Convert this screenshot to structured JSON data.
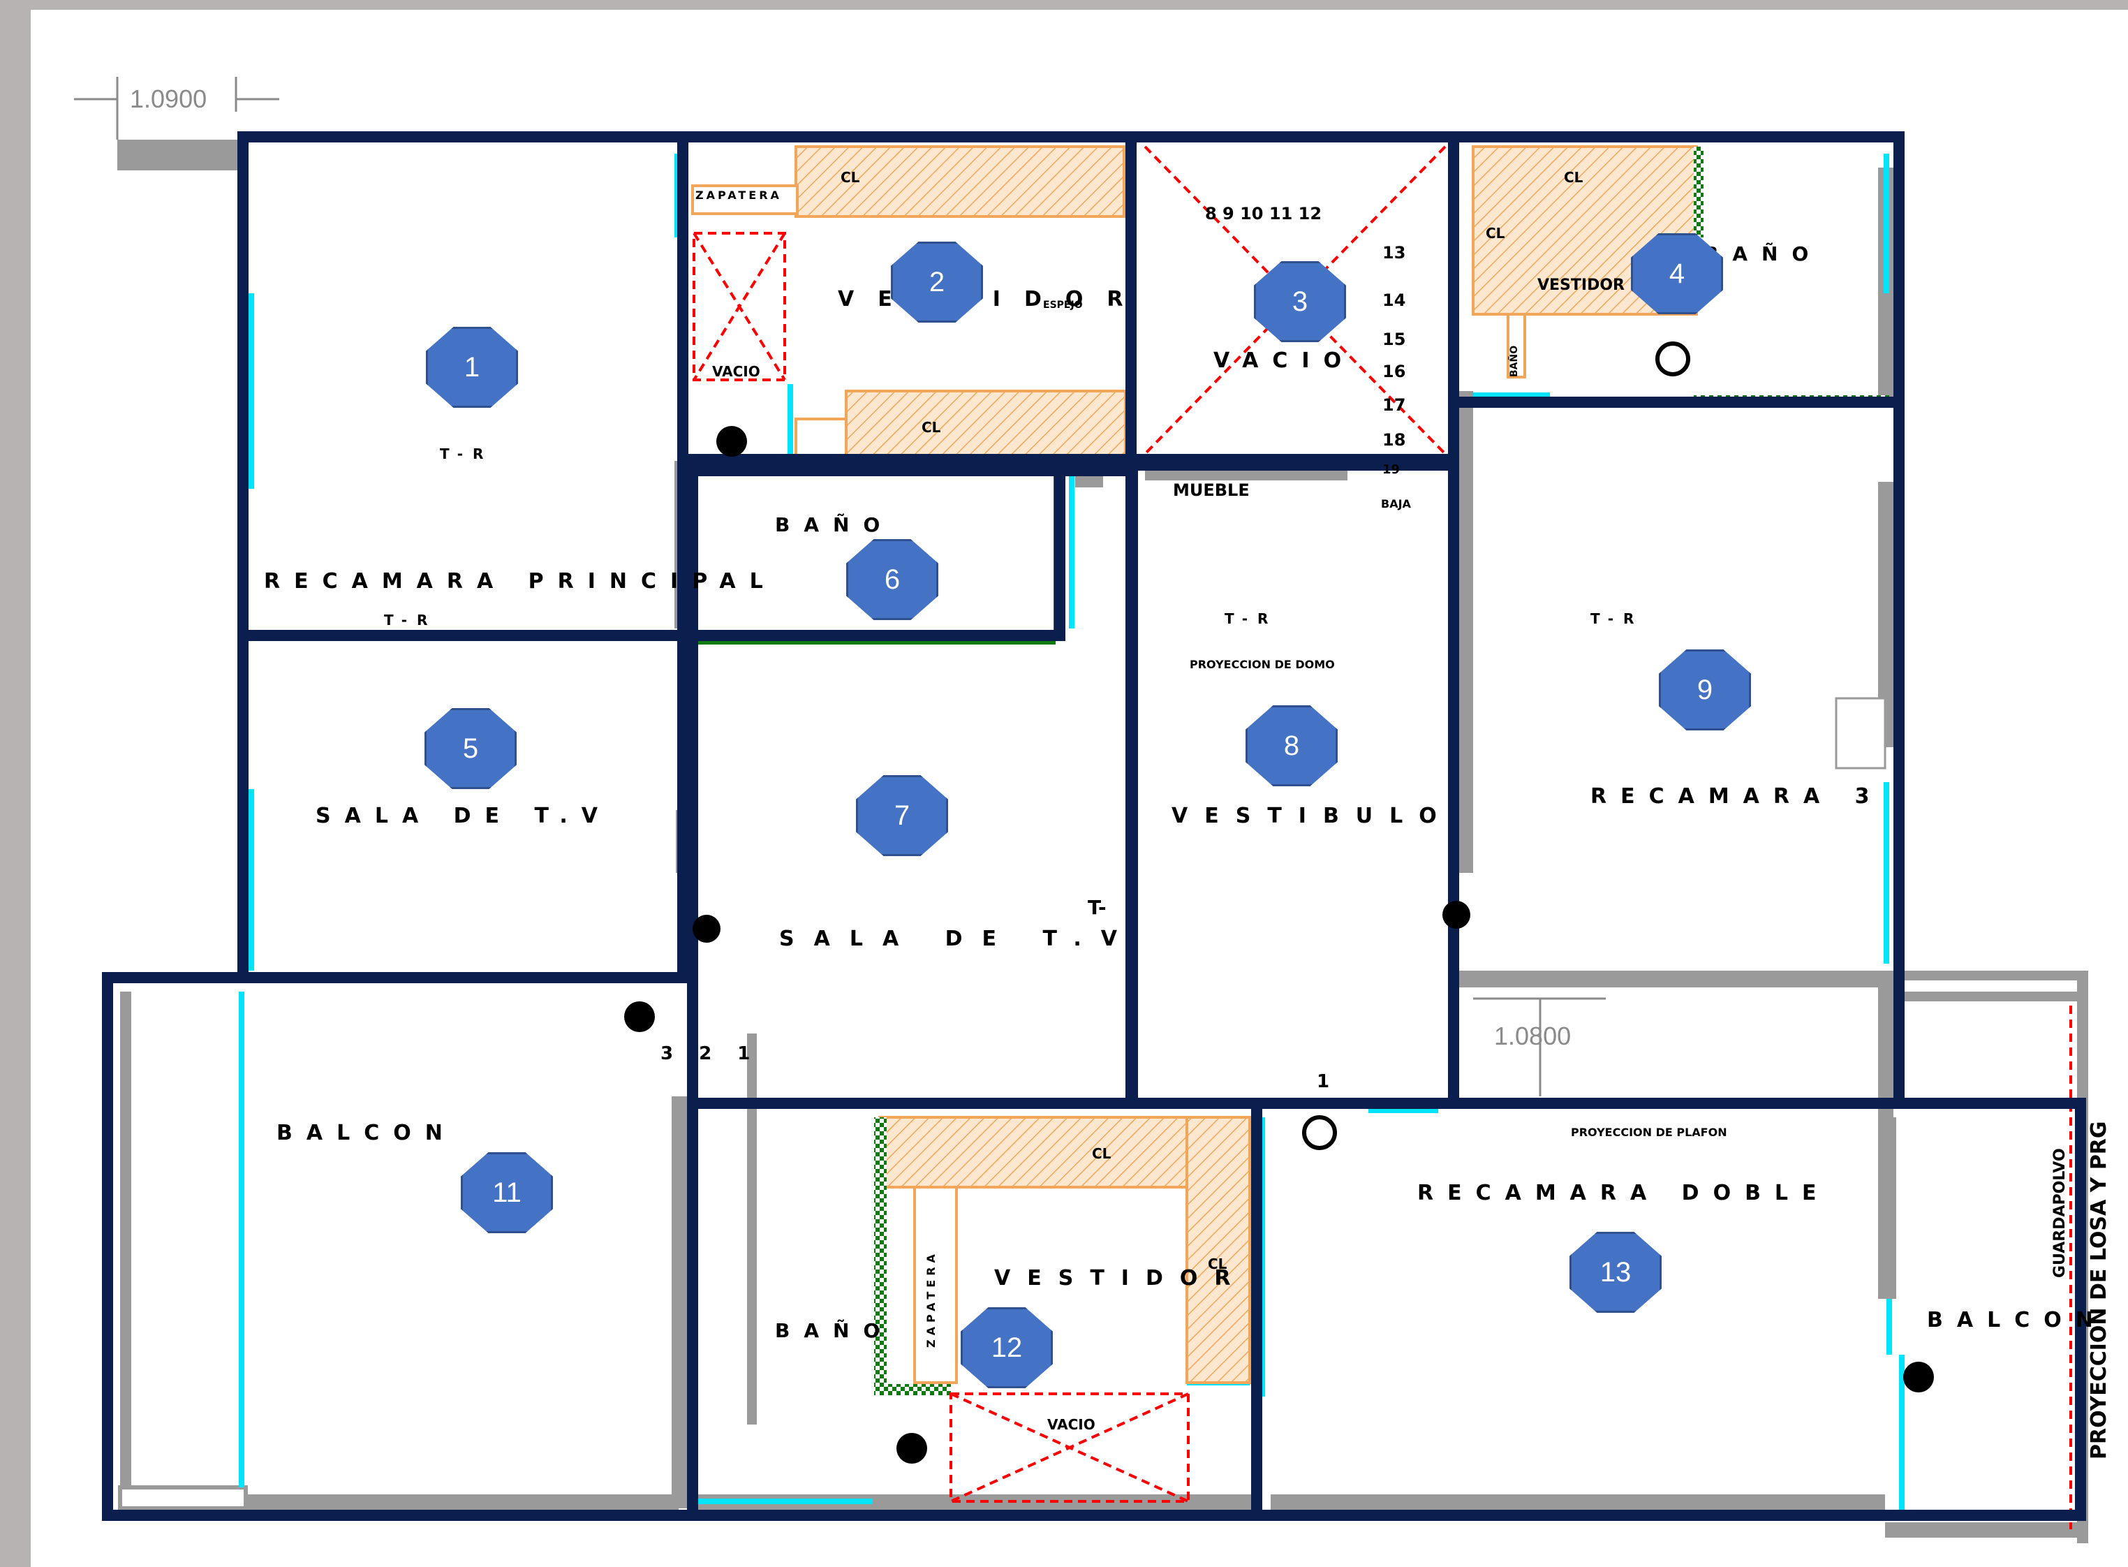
{
  "dimensions": {
    "top": "1.0900",
    "lower": "1.0800"
  },
  "markers": [
    "1",
    "2",
    "3",
    "4",
    "5",
    "6",
    "7",
    "8",
    "9",
    "11",
    "12",
    "13"
  ],
  "labels": {
    "recamara_principal": "RECAMARA PRINCIPAL",
    "t_r_1": "T-R",
    "t_r_2": "T-R",
    "t_r_3": "T-R",
    "t_r_4": "T-R",
    "t_partial": "T-",
    "zapatera": "ZAPATERA",
    "zapatera_2": "ZAPATERA",
    "cl_1": "CL",
    "cl_2": "CL",
    "cl_3": "CL",
    "cl_4": "CL",
    "cl_5": "CL",
    "cl_6": "CL",
    "vestidor_1": "VESTIDOR",
    "vestidor_2": "VESTIDOR",
    "vestidor_3": "VESTIDOR",
    "vacio_big": "VACIO",
    "vacio_small_1": "VACIO",
    "vacio_small_2": "VACIO",
    "espejo": "ESPEJO",
    "bano_1": "BAÑO",
    "bano_2": "BAÑO",
    "bano_3": "BAÑO",
    "bano_vert": "BAÑO",
    "mueble": "MUEBLE",
    "stairs": [
      "8 9 10 11 12",
      "13",
      "14",
      "15",
      "16",
      "17",
      "18",
      "19",
      "BAJA"
    ],
    "sala_tv_1": "SALA DE T.V",
    "sala_tv_2": "SALA DE T.V",
    "proyeccion_domo": "PROYECCION DE DOMO",
    "vestibulo": "VESTIBULO",
    "recamara_3": "RECAMARA 3",
    "balcon_1": "BALCON",
    "balcon_2": "BALCON",
    "stair_nums": "3 2 1",
    "stair_one": "1",
    "proyeccion_plafon": "PROYECCION DE PLAFON",
    "recamara_doble": "RECAMARA DOBLE",
    "proyeccion_losa": "PROYECCION DE LOSA Y PRG",
    "guardapolvo": "GUARDAPOLVO"
  },
  "colors": {
    "wall": "#0b1f4f",
    "cyan": "#00e5ff",
    "orange": "#fbc48d",
    "red": "#ff0000",
    "green": "#0f7a0f",
    "gray": "#9a9a9a",
    "marker": "#4472c4"
  }
}
